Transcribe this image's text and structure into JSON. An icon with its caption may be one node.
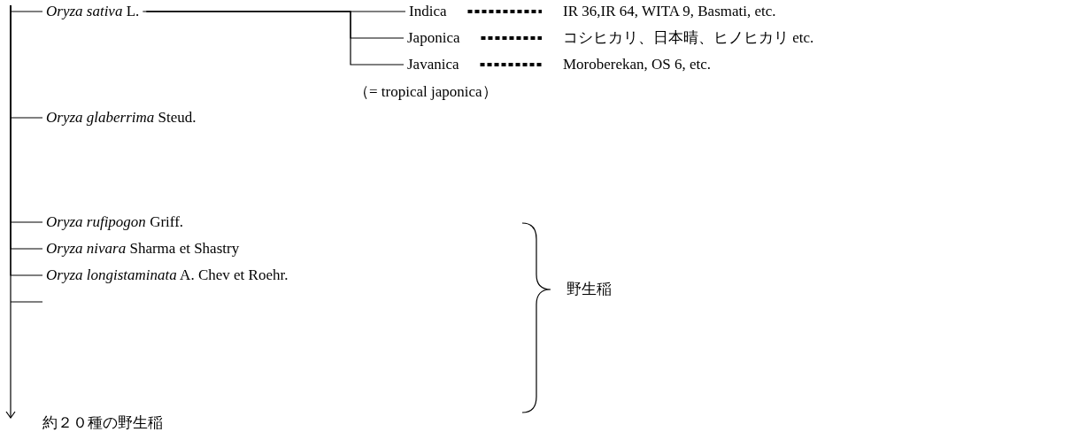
{
  "diagram": {
    "nodes": [
      {
        "text": [
          "*Oryza sativa* L."
        ]
      },
      {
        "text": [
          "Indica"
        ]
      },
      {
        "text": [
          "Japonica"
        ]
      },
      {
        "text": [
          "Javanica"
        ],
        "beside": [
          "（= tropical japonica）"
        ]
      },
      {
        "text": [
          "IR 36,IR 64, WITA 9, Basmati, etc."
        ]
      },
      {
        "text": [
          "コシヒカリ、日本晴、ヒノヒカリ etc."
        ]
      },
      {
        "text": [
          "Moroberekan, OS 6,  etc."
        ]
      },
      {
        "text": [
          "*Oryza glaberrima* Steud."
        ]
      },
      {
        "text": [
          "*Oryza rufipogon* Griff."
        ]
      },
      {
        "text": [
          "*Oryza nivara* Sharma et Shastry"
        ]
      },
      {
        "text": [
          "*Oryza longistaminata* A. Chev et Roehr."
        ]
      },
      {
        "text": [
          "約２０種の野生稲"
        ]
      }
    ],
    "edges": [
      {
        "from": null,
        "to": 0,
        "arrow": "none"
      },
      {
        "from": 0,
        "to": 1,
        "arrow": "none"
      },
      {
        "from": 0,
        "to": 2,
        "arrow": "none"
      },
      {
        "from": 0,
        "to": 3,
        "arrow": "none"
      },
      {
        "from": 1,
        "to": 4,
        "arrow": "none",
        "style": "dashed"
      },
      {
        "from": 2,
        "to": 5,
        "arrow": "none",
        "style": "dashed"
      },
      {
        "from": 3,
        "to": 6,
        "arrow": "none",
        "style": "dashed"
      },
      {
        "from": null,
        "to": 7,
        "arrow": "none"
      },
      {
        "from": null,
        "to": 8,
        "arrow": "none"
      },
      {
        "from": null,
        "to": 9,
        "arrow": "none"
      },
      {
        "from": null,
        "to": 10,
        "arrow": "none"
      },
      {
        "from": null,
        "to": 11,
        "arrow": "to"
      }
    ],
    "labels": [
      "野生稲"
    ]
  }
}
